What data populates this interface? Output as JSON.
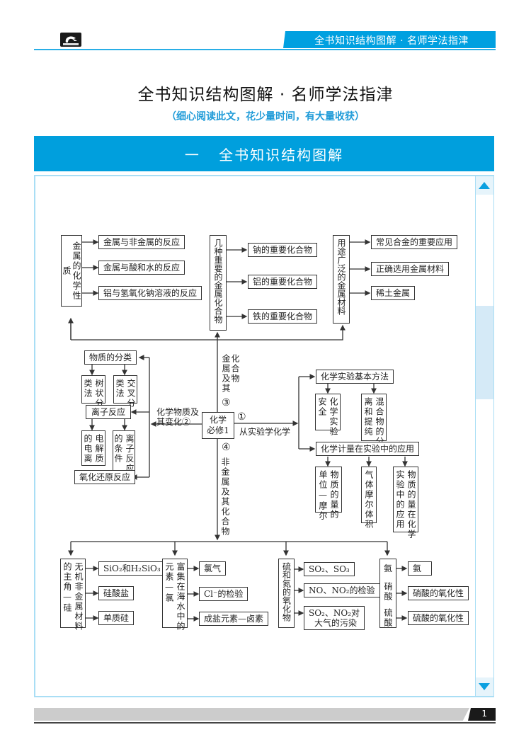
{
  "header": {
    "logo_icon": "publisher-logo-icon",
    "tab_title": "全书知识结构图解 · 名师学法指津"
  },
  "title": "全书知识结构图解 · 名师学法指津",
  "subtitle": "（细心阅读此文，花少量时间，有大量收获）",
  "section": {
    "number": "一",
    "title": "全书知识结构图解",
    "label": "一 全书知识结构图解"
  },
  "scrollbar": {
    "up_icon": "triangle-up-icon",
    "down_icon": "triangle-down-icon"
  },
  "diagram": {
    "center": "化学必修1",
    "center_line1": "化学",
    "center_line2": "必修1",
    "branches": {
      "b1": {
        "num": "①",
        "label": "从实验学化学"
      },
      "b2": {
        "label_line1": "化学物质及",
        "label_line2": "其变化②"
      },
      "b3": {
        "col1": "金属及其",
        "col2": "化合物",
        "num": "③"
      },
      "b4": {
        "num": "④",
        "label": "非金属及其化合物"
      }
    },
    "metals": {
      "group1": {
        "title": "金属的化学性质",
        "items": [
          "金属与非金属的反应",
          "金属与酸和水的反应",
          "铝与氢氧化钠溶液的反应"
        ]
      },
      "group2": {
        "title": "几种重要的金属化合物",
        "items": [
          "钠的重要化合物",
          "铝的重要化合物",
          "铁的重要化合物"
        ]
      },
      "group3": {
        "title": "用途广泛的金属材料",
        "items": [
          "常见合金的重要应用",
          "正确选用金属材料",
          "稀土金属"
        ]
      }
    },
    "substances": {
      "classification": {
        "title": "物质的分类",
        "children": [
          {
            "col1": "树状",
            "col2": "分类法",
            "c1": "树状分",
            "c2": "类法"
          },
          {
            "c1": "交叉分",
            "c2": "类法"
          }
        ]
      },
      "ionic": {
        "title": "离子反应",
        "children": [
          {
            "c1": "电解质",
            "c2": "的电离"
          },
          {
            "c1": "离子反应",
            "c2": "的条件"
          }
        ]
      },
      "redox": {
        "title": "氧化还原反应"
      }
    },
    "experiment": {
      "methods": {
        "title": "化学实验基本方法",
        "children": [
          {
            "c1": "化学实验",
            "c2": "安全"
          },
          {
            "c1": "混合物的分",
            "c2": "离和提纯"
          }
        ]
      },
      "quantity": {
        "title": "化学计量在实验中的应用",
        "children": [
          {
            "c1": "物质的量的",
            "c2": "单位—摩尔"
          },
          {
            "c1": "气体摩尔体积",
            "c2": ""
          },
          {
            "c1": "物质的量在化学",
            "c2": "实验中的应用"
          }
        ]
      }
    },
    "nonmetals": {
      "silicon": {
        "c1": "无机非金属材料",
        "c2": "的主角—硅",
        "items": [
          "SiO₂和H₂SiO₃",
          "硅酸盐",
          "单质硅"
        ]
      },
      "chlorine": {
        "c1": "富集在海水中的",
        "c2": "元素—氯",
        "items": [
          "氯气",
          "Cl⁻的检验",
          "成盐元素—卤素"
        ]
      },
      "sn_oxides": {
        "title": "硫和氮的氧化物",
        "items": [
          "SO₂、SO₃",
          "NO、NO₂的检验",
          "SO₂、NO₂对",
          "大气的污染"
        ]
      },
      "acids": {
        "labels": [
          "氨",
          "硝酸",
          "硫酸"
        ],
        "items": [
          "氨",
          "硝酸的氧化性",
          "硫酸的氧化性"
        ]
      }
    }
  },
  "footer": {
    "page_number": "1"
  }
}
